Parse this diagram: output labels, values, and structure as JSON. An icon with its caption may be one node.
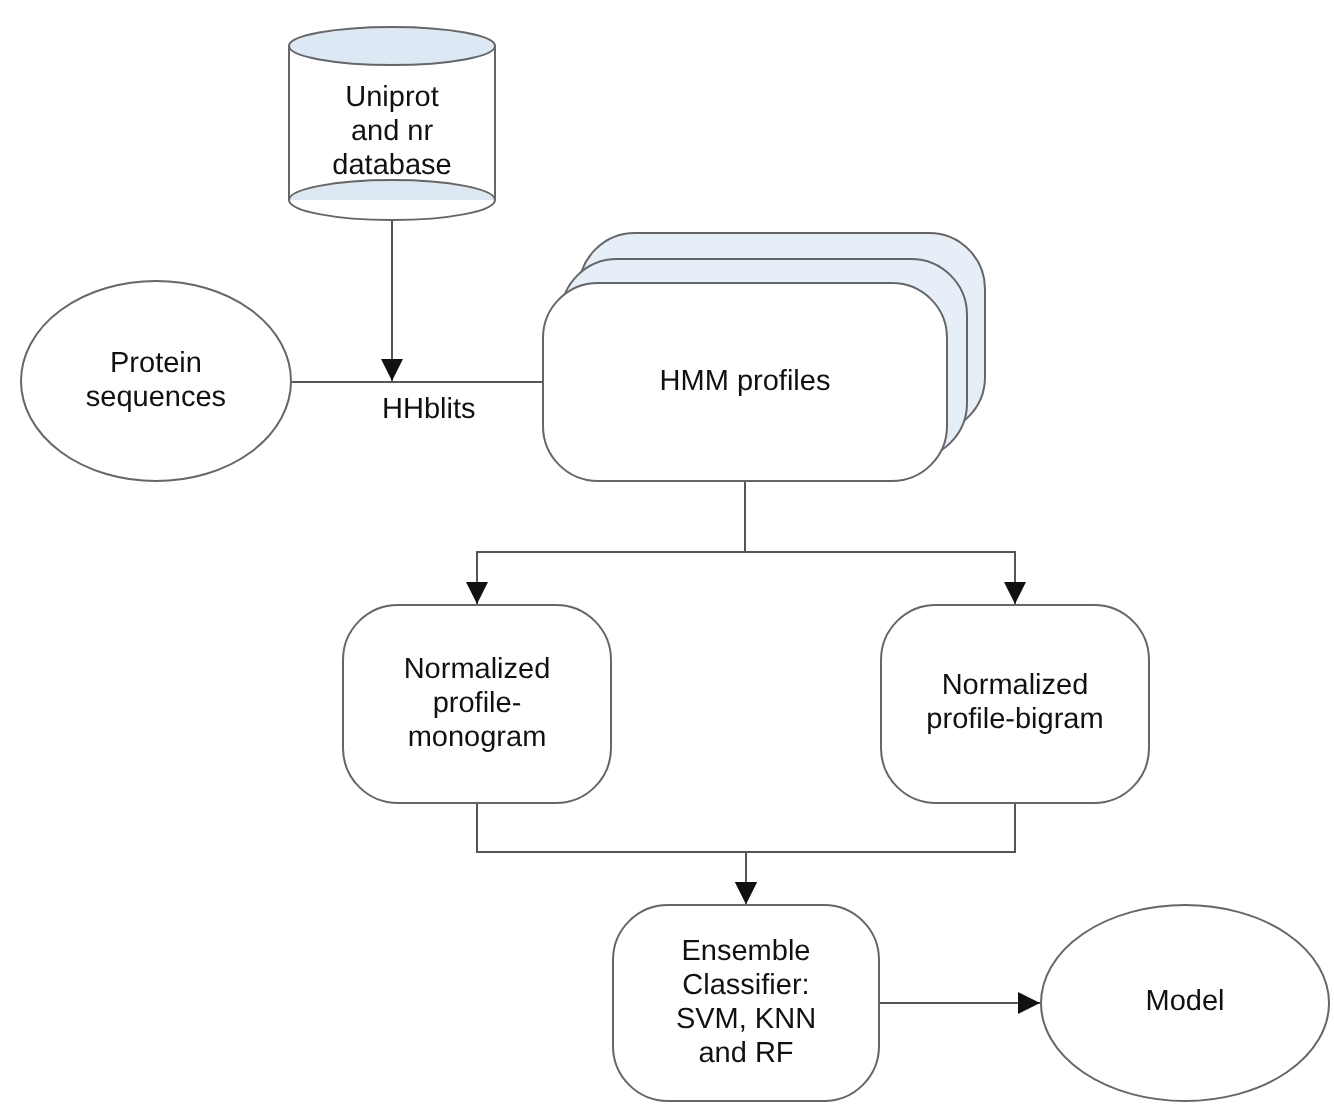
{
  "diagram": {
    "nodes": [
      {
        "text": [
          "Uniprot and nr database"
        ]
      },
      {
        "text": [
          "Protein sequences"
        ]
      },
      {
        "text": [
          "HMM profiles"
        ]
      },
      {
        "text": [
          "Normalized profile-monogram"
        ]
      },
      {
        "text": [
          "Normalized profile-bigram"
        ]
      },
      {
        "text": [
          "Ensemble Classifier: SVM, KNN and RF"
        ]
      },
      {
        "text": [
          "Model"
        ]
      }
    ],
    "edges": [
      {
        "from": 1,
        "to": 2,
        "arrow": "none",
        "label": "HHblits"
      },
      {
        "from": 0,
        "to": null,
        "arrow": "to"
      },
      {
        "from": 2,
        "to": 3,
        "arrow": "to"
      },
      {
        "from": 2,
        "to": 4,
        "arrow": "to"
      },
      {
        "from": 3,
        "to": 5,
        "arrow": "to"
      },
      {
        "from": 4,
        "to": 5,
        "arrow": "to"
      },
      {
        "from": 5,
        "to": 6,
        "arrow": "to"
      }
    ]
  }
}
